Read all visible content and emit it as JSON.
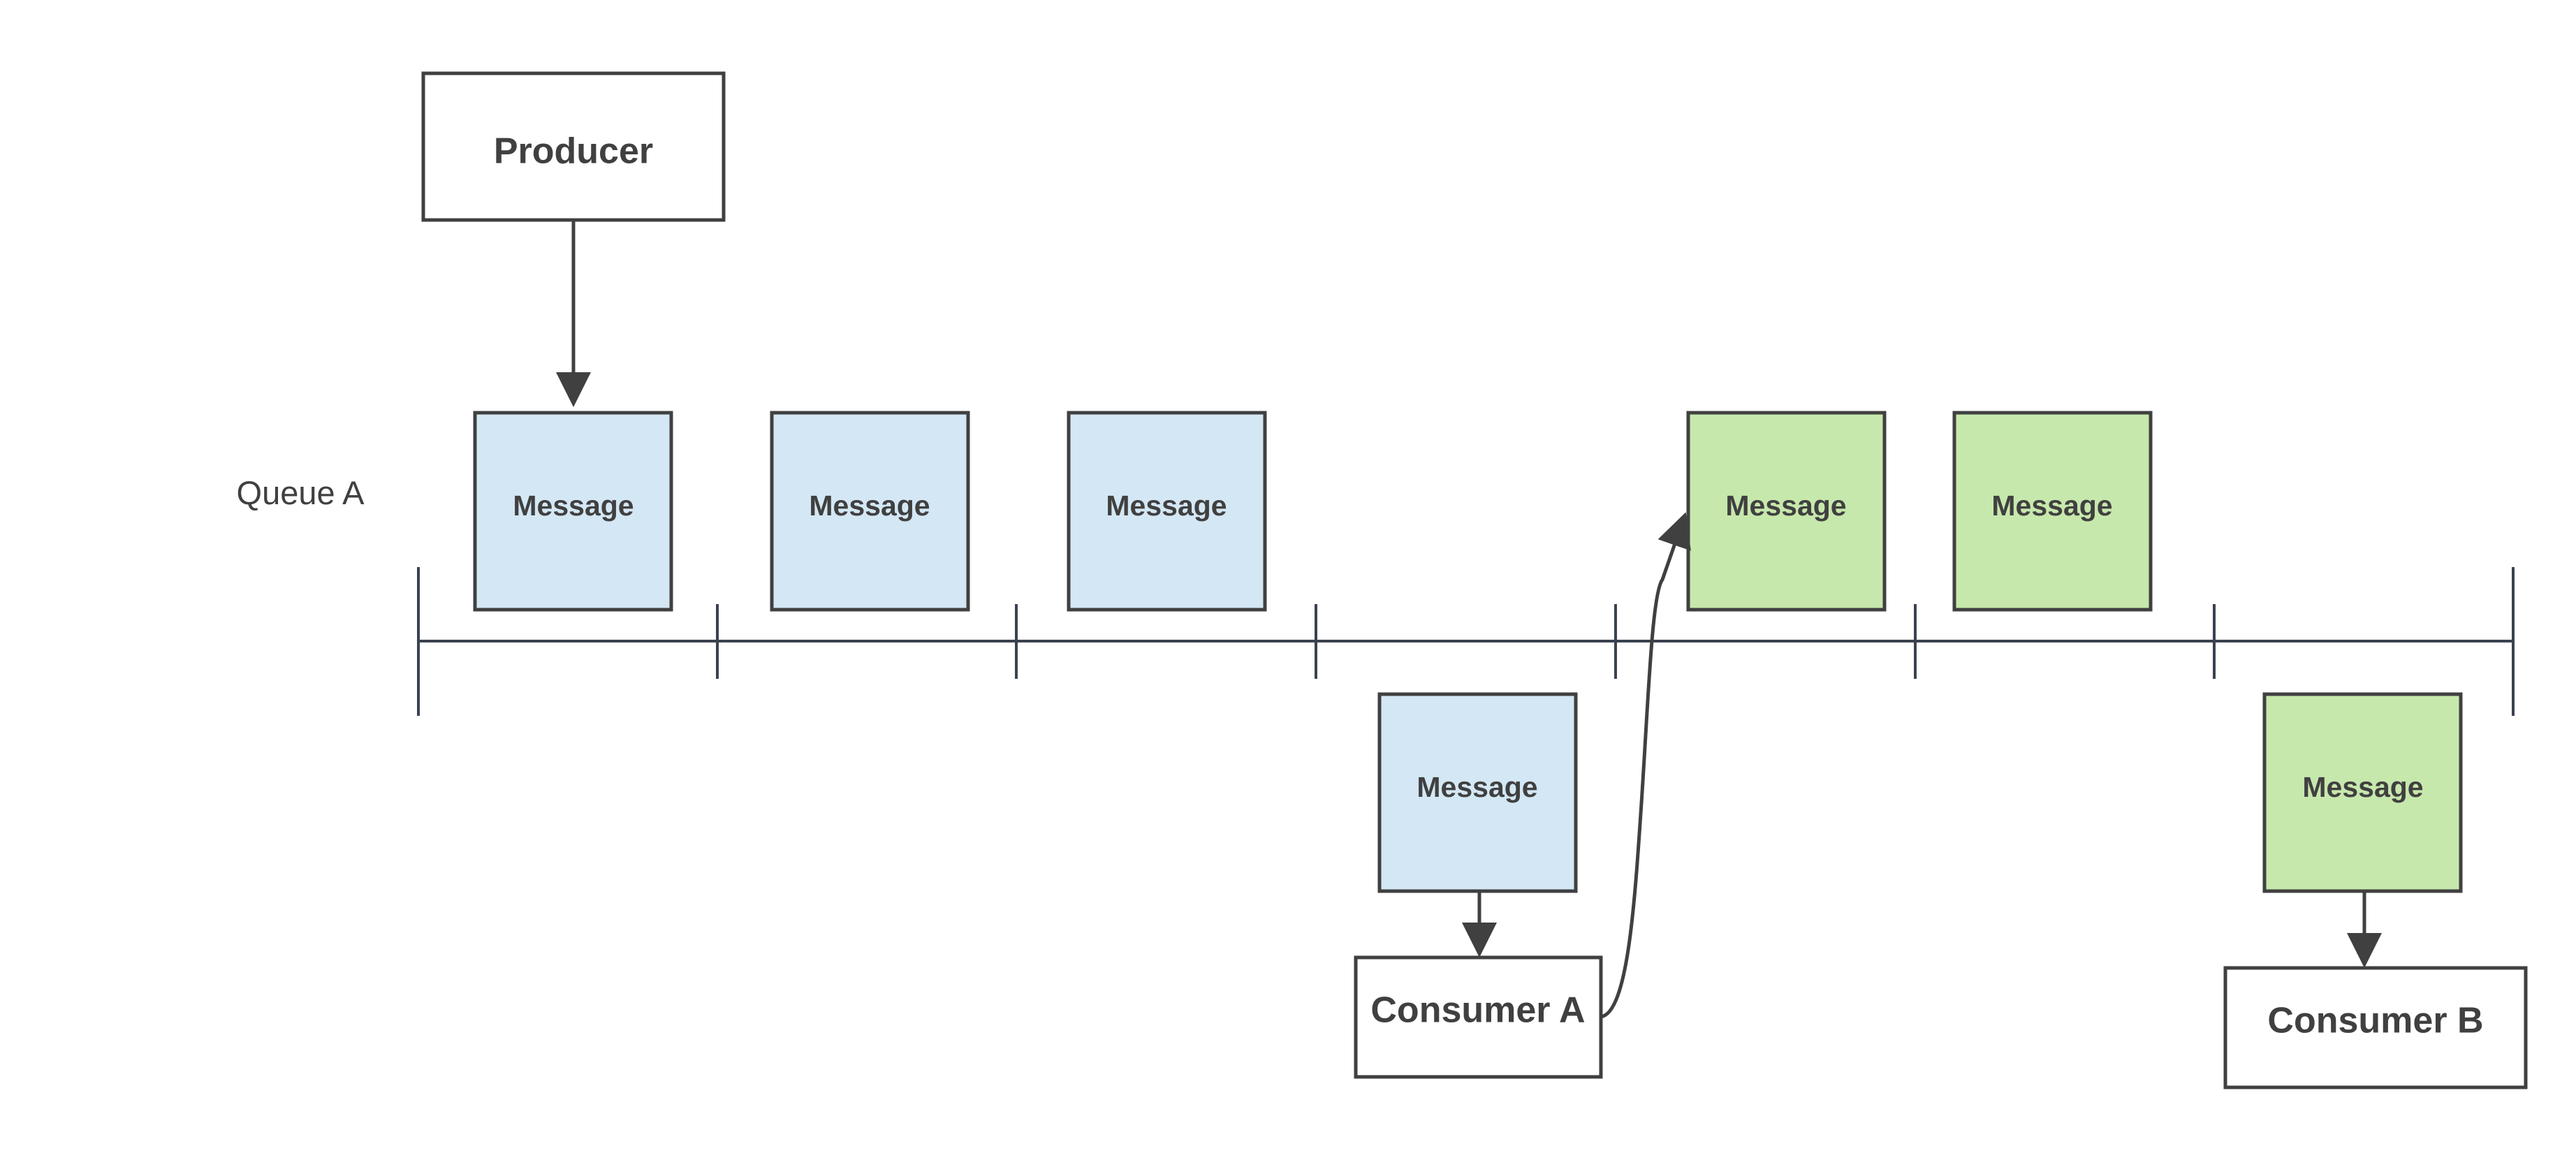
{
  "queue": {
    "label": "Queue A"
  },
  "producer": {
    "label": "Producer"
  },
  "consumers": [
    {
      "label": "Consumer A"
    },
    {
      "label": "Consumer B"
    }
  ],
  "messages": [
    {
      "label": "Message",
      "state": "queued-blue"
    },
    {
      "label": "Message",
      "state": "queued-blue"
    },
    {
      "label": "Message",
      "state": "queued-blue"
    },
    {
      "label": "Message",
      "state": "consumed-blue"
    },
    {
      "label": "Message",
      "state": "queued-green"
    },
    {
      "label": "Message",
      "state": "queued-green"
    },
    {
      "label": "Message",
      "state": "consumed-green"
    }
  ],
  "colors": {
    "blue_fill": "#d4e7f5",
    "green_fill": "#c7e8ad",
    "stroke": "#404040",
    "axis": "#3a4250",
    "text": "#404040"
  }
}
